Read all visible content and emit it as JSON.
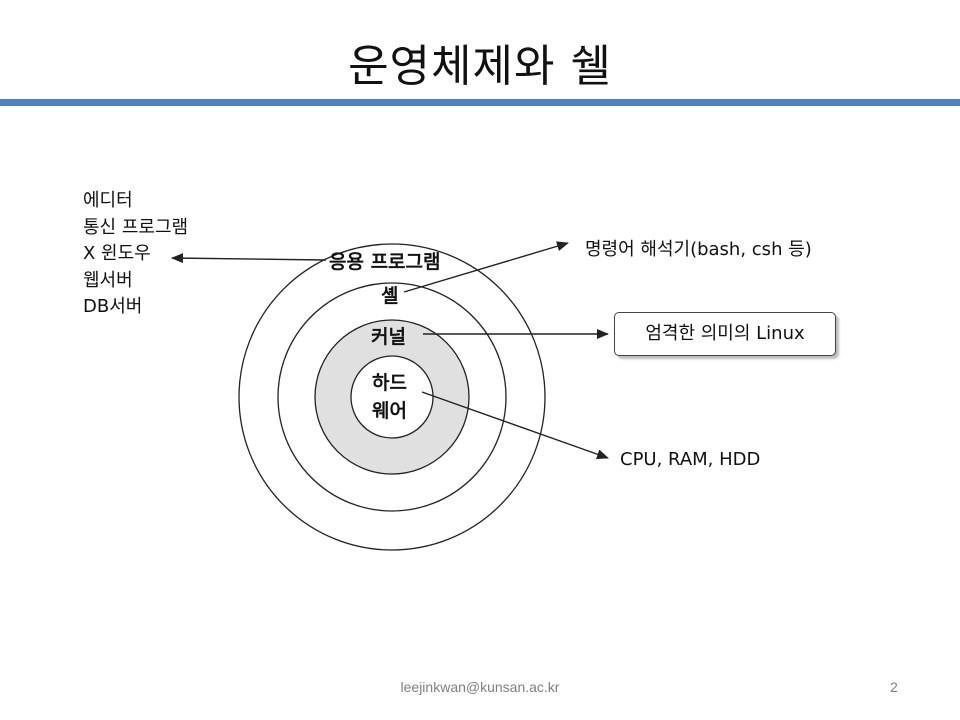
{
  "slide": {
    "title": "운영체제와 쉘",
    "footer": "leejinkwan@kunsan.ac.kr",
    "page_number": "2",
    "accent_color": "#4f81bd"
  },
  "diagram": {
    "layers": {
      "applications": "응용 프로그램",
      "shell": "셸",
      "kernel": "커널",
      "hardware_line1": "하드",
      "hardware_line2": "웨어"
    },
    "application_examples": [
      "에디터",
      "통신 프로그램",
      "X 윈도우",
      "웹서버",
      "DB서버"
    ],
    "shell_note": "명령어 해석기(bash, csh 등)",
    "kernel_note": "엄격한 의미의 Linux",
    "hardware_note": "CPU, RAM, HDD",
    "kernel_fill": "#e0e0e0"
  }
}
